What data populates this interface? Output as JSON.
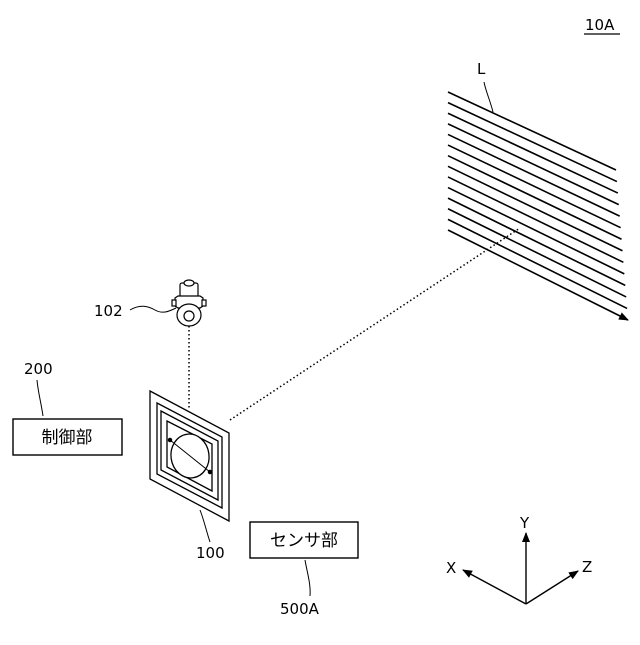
{
  "figure": {
    "id_label": "10A"
  },
  "labels": {
    "light_beam": "L",
    "light_source": "102",
    "controller_ref": "200",
    "device_ref": "100",
    "sensor_ref": "500A"
  },
  "boxes": {
    "controller": "制御部",
    "sensor": "センサ部"
  },
  "axes": {
    "x": "X",
    "y": "Y",
    "z": "Z"
  }
}
